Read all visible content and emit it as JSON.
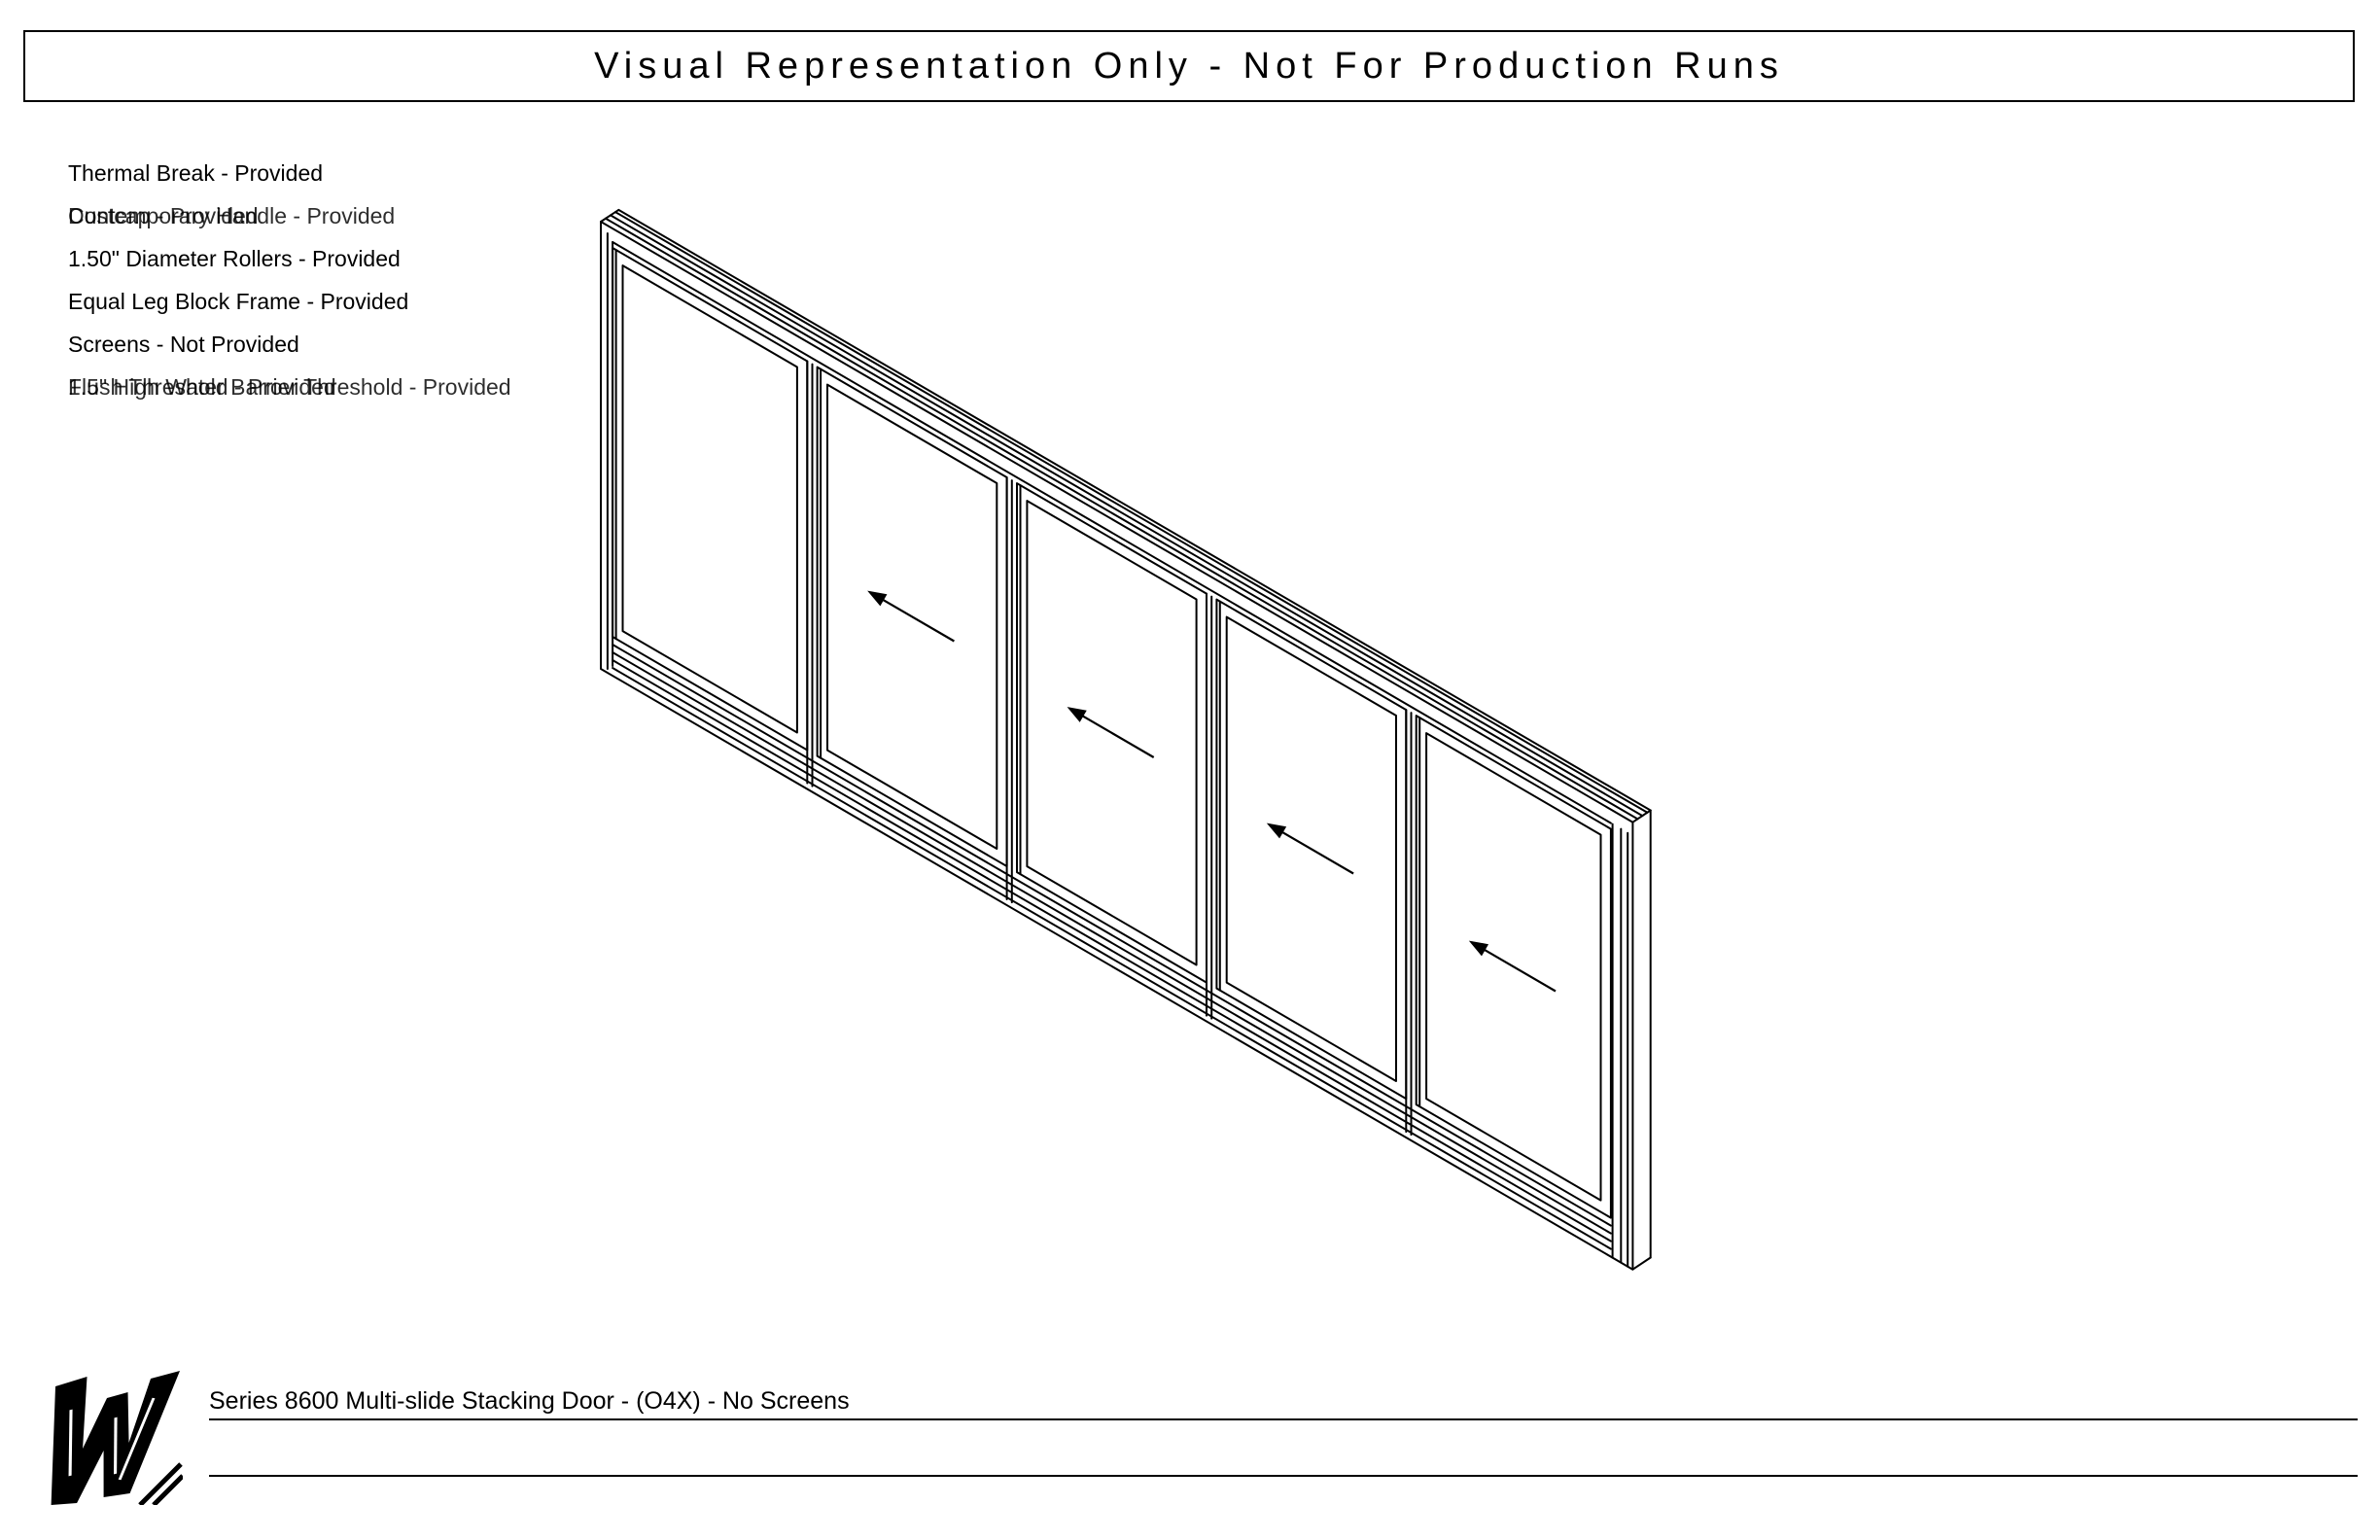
{
  "header": {
    "title": "Visual Representation Only - Not For Production Runs"
  },
  "specs": [
    "Thermal Break - Provided",
    "Contemporary Handle - Provided",
    "Dustcap - Provided",
    "1.50\" Diameter Rollers - Provided",
    "Equal Leg Block Frame - Provided",
    "Screens - Not Provided",
    "Flush Threshold - Provided",
    "1.5\" High Water Barrier Threshold - Provided"
  ],
  "footer": {
    "product_title": "Series 8600 Multi-slide Stacking Door - (O4X) - No Screens",
    "logo_letter": "W"
  },
  "diagram": {
    "configuration": "O4X",
    "panels": [
      {
        "type": "fixed",
        "arrow": false
      },
      {
        "type": "sliding",
        "arrow": true,
        "direction": "left"
      },
      {
        "type": "sliding",
        "arrow": true,
        "direction": "left"
      },
      {
        "type": "sliding",
        "arrow": true,
        "direction": "left"
      },
      {
        "type": "sliding",
        "arrow": true,
        "direction": "left"
      }
    ],
    "line_color": "#000000"
  }
}
